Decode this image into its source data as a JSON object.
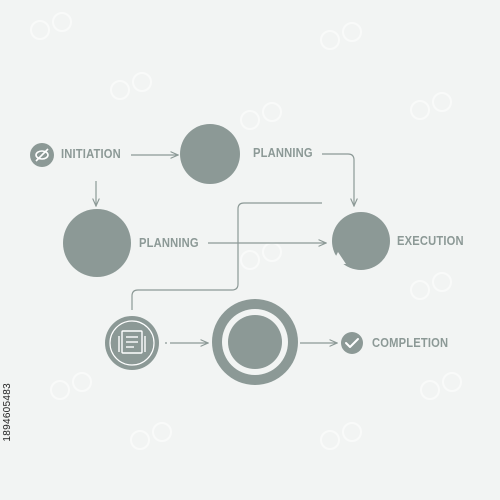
{
  "diagram": {
    "colors": {
      "background": "#f2f4f3",
      "node": "#8c9996",
      "text": "#8c9996",
      "arrow": "#8c9996",
      "watermark": "#ffffff"
    },
    "nodes": {
      "initiation": {
        "label": "INITIATION",
        "icon": "eye-slash-icon"
      },
      "planning_top": {
        "label": "PLANNING"
      },
      "planning_left": {
        "label": "PLANNING"
      },
      "execution": {
        "label": "EXECUTION"
      },
      "completion": {
        "label": "COMPLETION",
        "icon": "checkmark-icon"
      },
      "document_node": {
        "icon": "document-icon"
      },
      "target_node": {
        "icon": "ring-target-icon"
      }
    }
  },
  "stock_id": "1894605483"
}
